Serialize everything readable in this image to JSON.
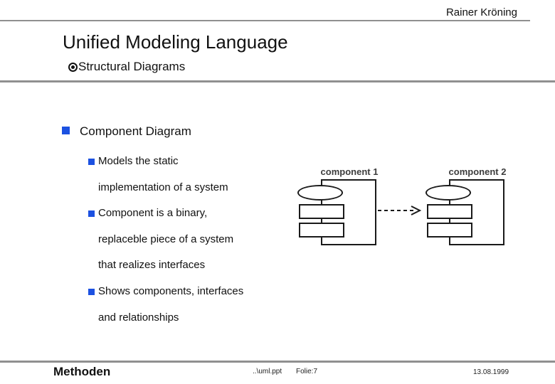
{
  "slide": {
    "header": {
      "author": "Rainer Kröning",
      "title": "Unified Modeling Language",
      "subtitle": "Structural Diagrams"
    },
    "body": {
      "heading": "Component Diagram",
      "bullets": [
        "Models the static\nimplementation of a system",
        "Component is a binary,\nreplaceble piece of a system\nthat realizes interfaces",
        "Shows components, interfaces\nand relationships"
      ]
    },
    "diagram": {
      "component1_label": "component 1",
      "component2_label": "component 2",
      "relationship": "dashed-dependency-arrow"
    },
    "footer": {
      "left": "Methoden",
      "file": "..\\uml.ppt",
      "page": "Folie:7",
      "date": "13.08.1999"
    },
    "icons": {
      "subtitle_bullet": "circle-dot",
      "list_bullet": "filled-square"
    },
    "colors": {
      "bullet_blue": "#1c51e1",
      "line_gray": "#909090"
    }
  }
}
